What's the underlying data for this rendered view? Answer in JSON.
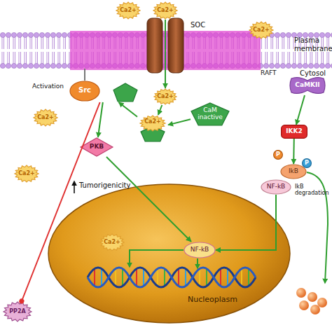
{
  "diagram": {
    "nodes": [
      {
        "text": [
          "Ca2+"
        ]
      },
      {
        "text": [
          "Ca2+"
        ]
      },
      {
        "text": [
          "SOC"
        ]
      },
      {
        "text": [
          "Ca2+"
        ]
      },
      {
        "text": [
          "Src"
        ]
      },
      {
        "text": [
          "Ca2+"
        ]
      },
      {
        "text": [
          "Ca2+"
        ]
      },
      {
        "text": [
          "Ca2+"
        ]
      },
      {
        "text": [
          "CaM inactive"
        ]
      },
      {
        "text": [
          "CaMKII"
        ]
      },
      {
        "text": [
          "IKK2"
        ]
      },
      {
        "text": [
          "PKB"
        ]
      },
      {
        "text": [
          "Ca2+"
        ]
      },
      {
        "text": [
          "P"
        ]
      },
      {
        "text": [
          "P"
        ]
      },
      {
        "text": [
          "IkB"
        ]
      },
      {
        "text": [
          "NF-kB"
        ]
      },
      {
        "text": [
          "Nucleoplasm"
        ]
      },
      {
        "text": [
          "NF-kB"
        ],
        "in": 17
      },
      {
        "text": [
          "Ca2+"
        ],
        "in": 17
      },
      {
        "text": [
          "PP2A"
        ]
      }
    ],
    "edges": [
      {
        "from": 1,
        "to": 6,
        "arrow": "to"
      },
      {
        "from": 6,
        "to": 7,
        "arrow": "to"
      },
      {
        "from": 8,
        "to": 7,
        "arrow": "to"
      },
      {
        "from": 7,
        "to": 4,
        "arrow": "to"
      },
      {
        "from": 4,
        "to": 11,
        "arrow": "to"
      },
      {
        "from": 11,
        "to": 18,
        "arrow": "to"
      },
      {
        "from": 4,
        "to": 20,
        "arrow": "to"
      },
      {
        "from": 9,
        "to": 10,
        "arrow": "to"
      },
      {
        "from": 10,
        "to": 15,
        "arrow": "to"
      },
      {
        "from": 16,
        "to": 18,
        "arrow": "to"
      }
    ],
    "labels": [
      "Plasma membrane",
      "Cytosol",
      "RAFT",
      "Activation",
      "Tumorigenicity",
      "IkB degradation"
    ]
  }
}
